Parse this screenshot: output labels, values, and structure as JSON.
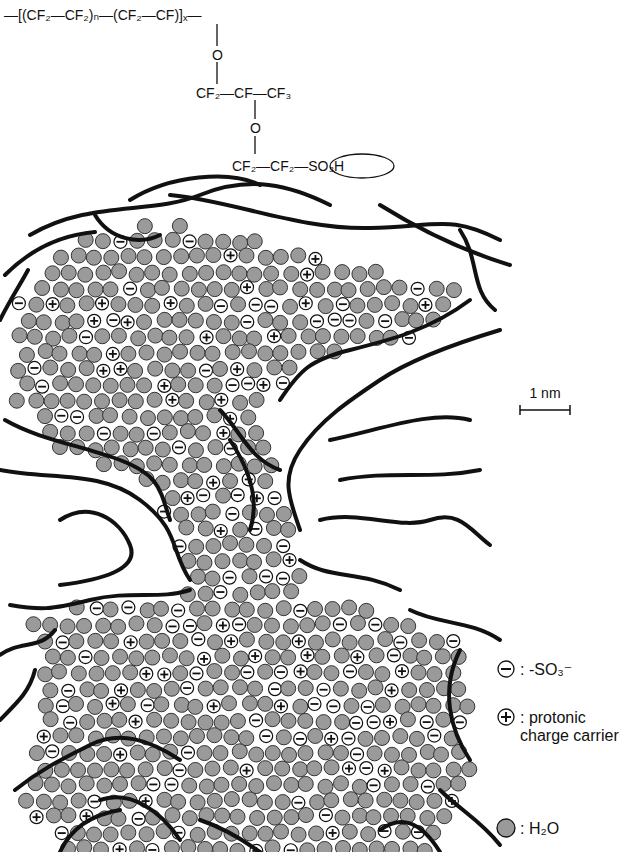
{
  "diagram": {
    "labels": [
      "—[(CF₂—CF₂)ₙ—(CF₂—CF)]ₓ—",
      "O",
      "CF₂—CF—CF₃",
      "O",
      "CF₂—CF₂—SO₃H",
      "1 nm"
    ],
    "legend": [
      {
        "text": ": -SO₃⁻"
      },
      {
        "text": ": protonic charge carrier"
      },
      {
        "text": ": H₂O"
      }
    ]
  }
}
